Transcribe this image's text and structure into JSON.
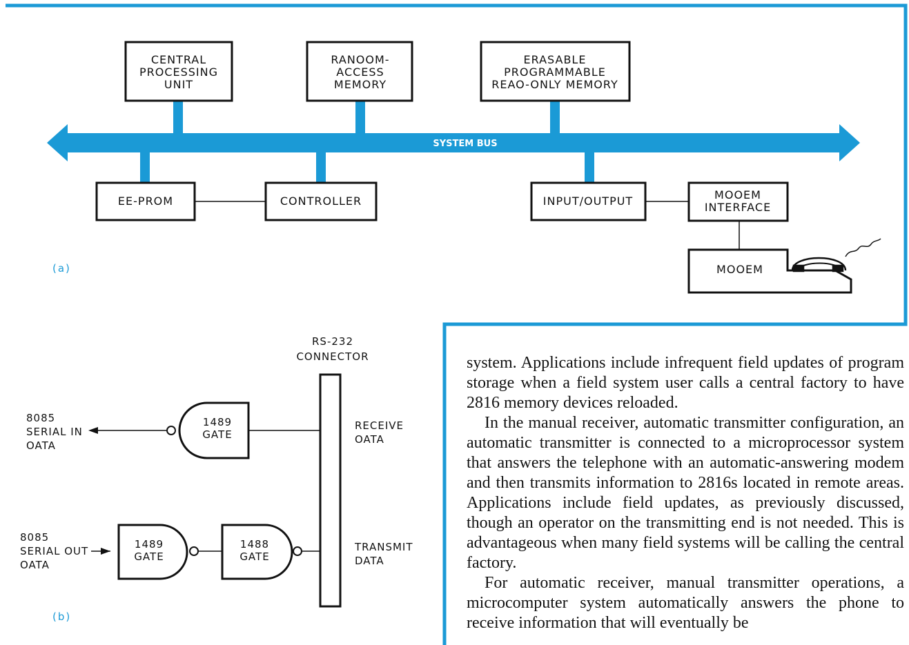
{
  "figure_a": {
    "caption": "(a)",
    "bus_label": "SYSTEM BUS",
    "cpu": [
      "CENTRAL",
      "PROCESSING",
      "UNIT"
    ],
    "ram": [
      "RANOOM-",
      "ACCESS",
      "MEMORY"
    ],
    "eprom": [
      "ERASABLE",
      "PROGRAMMABLE",
      "REAO-ONLY MEMORY"
    ],
    "eeprom": "EE-PROM",
    "controller": "CONTROLLER",
    "io": "INPUT/OUTPUT",
    "modem_interface": [
      "MOOEM",
      "INTERFACE"
    ],
    "modem": "MOOEM"
  },
  "figure_b": {
    "caption": "(b)",
    "connector": [
      "RS-232",
      "CONNECTOR"
    ],
    "serial_in": [
      "8085",
      "SERIAL IN",
      "OATA"
    ],
    "serial_out": [
      "8085",
      "SERIAL OUT",
      "OATA"
    ],
    "receive": [
      "RECEIVE",
      "OATA"
    ],
    "transmit": [
      "TRANSMIT",
      "DATA"
    ],
    "gate_in": [
      "1489",
      "GATE"
    ],
    "gate_out_1": [
      "1489",
      "GATE"
    ],
    "gate_out_2": [
      "1488",
      "GATE"
    ]
  },
  "article": {
    "paragraphs": [
      "system. Applications include infrequent field updates of program storage when a field system user calls a central factory to have 2816 memory devices reloaded.",
      "In the manual receiver, automatic transmitter configuration, an automatic transmitter is connected to a microprocessor system that answers the telephone with an automatic-answering modem and then transmits information to 2816s located in remote areas. Applications include field updates, as previously discussed, though an operator on the transmitting end is not needed. This is advantageous when many field systems will be calling the central factory.",
      "For automatic receiver, manual transmitter operations, a microcomputer system automatically answers the phone to receive information that will eventually be"
    ]
  },
  "colors": {
    "accent": "#1b9ad6",
    "ink": "#111111",
    "paper": "#ffffff"
  }
}
